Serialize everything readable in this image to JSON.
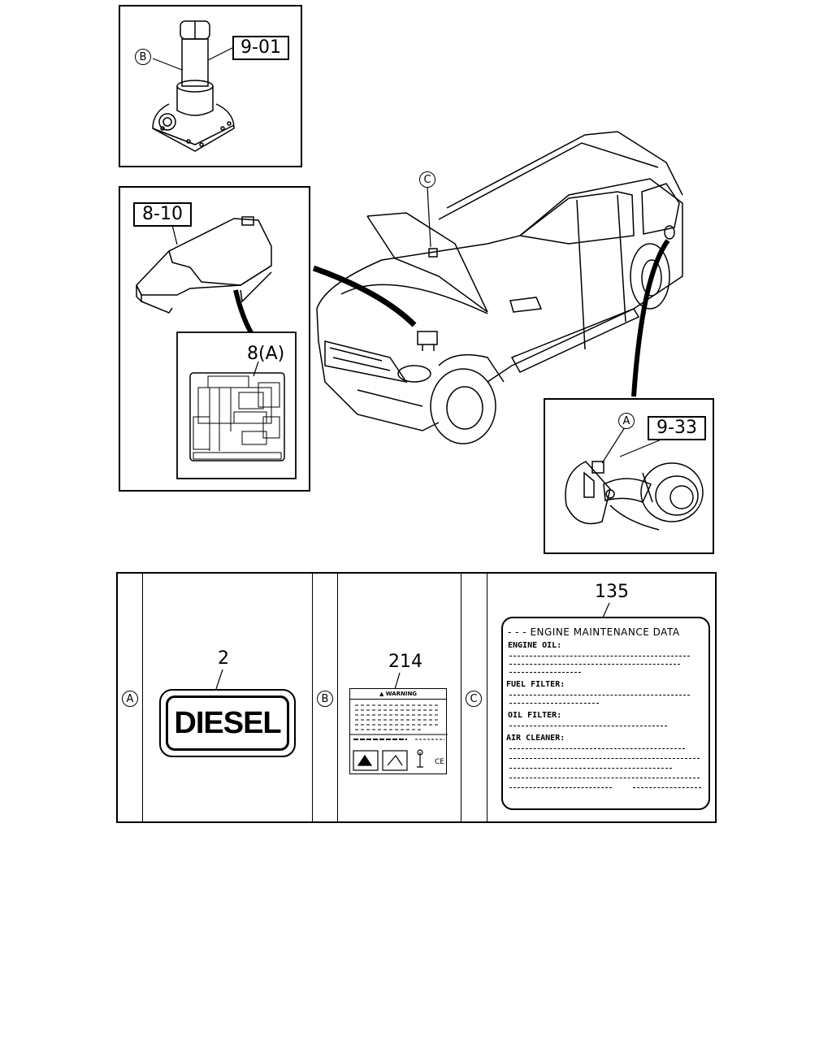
{
  "callouts": {
    "jack_part": "9-01",
    "fuse_box_part": "8-10",
    "fuse_label_part": "8(A)",
    "fuel_lid_part": "9-33",
    "ref_a": "A",
    "ref_b": "B",
    "ref_c": "C"
  },
  "label_table": {
    "col_a_ref": "A",
    "col_b_ref": "B",
    "col_c_ref": "C",
    "item_diesel_no": "2",
    "diesel_text": "DIESEL",
    "item_warning_no": "214",
    "warning_title": "WARNING",
    "item_maint_no": "135",
    "maint_title": "ENGINE MAINTENANCE DATA",
    "maint_engine_oil": "ENGINE OIL:",
    "maint_fuel_filter": "FUEL FILTER:",
    "maint_oil_filter": "OIL FILTER:",
    "maint_air_cleaner": "AIR CLEANER:"
  }
}
